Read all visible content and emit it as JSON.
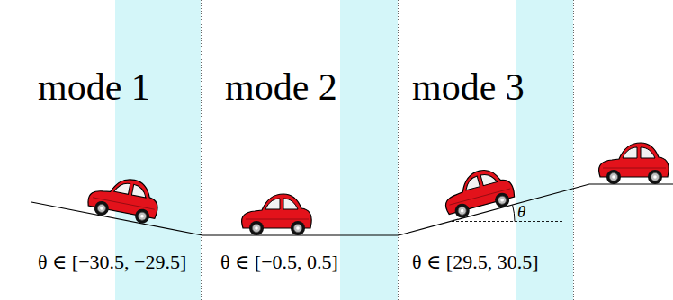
{
  "diagram": {
    "labels": [
      "mode 1",
      "mode 2",
      "mode 3",
      "θ ∈ [−30.5, −29.5]",
      "θ ∈ [−0.5, 0.5]",
      "θ ∈ [29.5, 30.5]",
      "θ"
    ]
  }
}
